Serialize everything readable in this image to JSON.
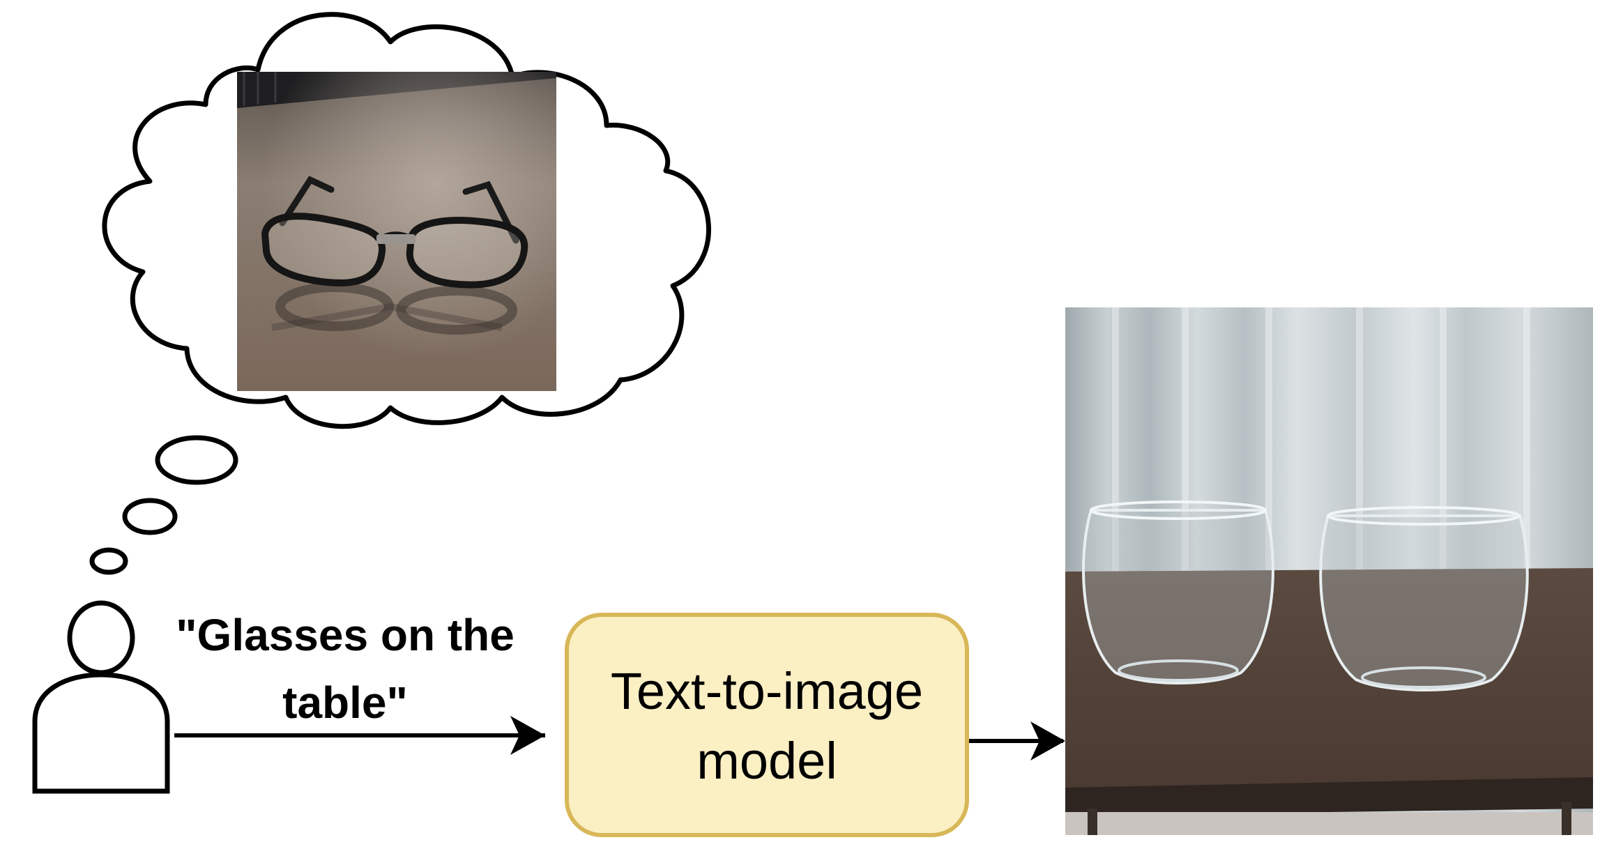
{
  "prompt": {
    "line1": "\"Glasses on the",
    "line2": "table\""
  },
  "model_box": {
    "line1": "Text-to-image",
    "line2": "model"
  },
  "colors": {
    "stroke": "#000000",
    "box_fill": "#fbefc4",
    "box_border": "#d8b758"
  },
  "icons": {
    "person": "person-icon",
    "thought": "thought-cloud",
    "imagined": "eyeglasses-photo",
    "generated": "drinking-glasses-photo"
  }
}
